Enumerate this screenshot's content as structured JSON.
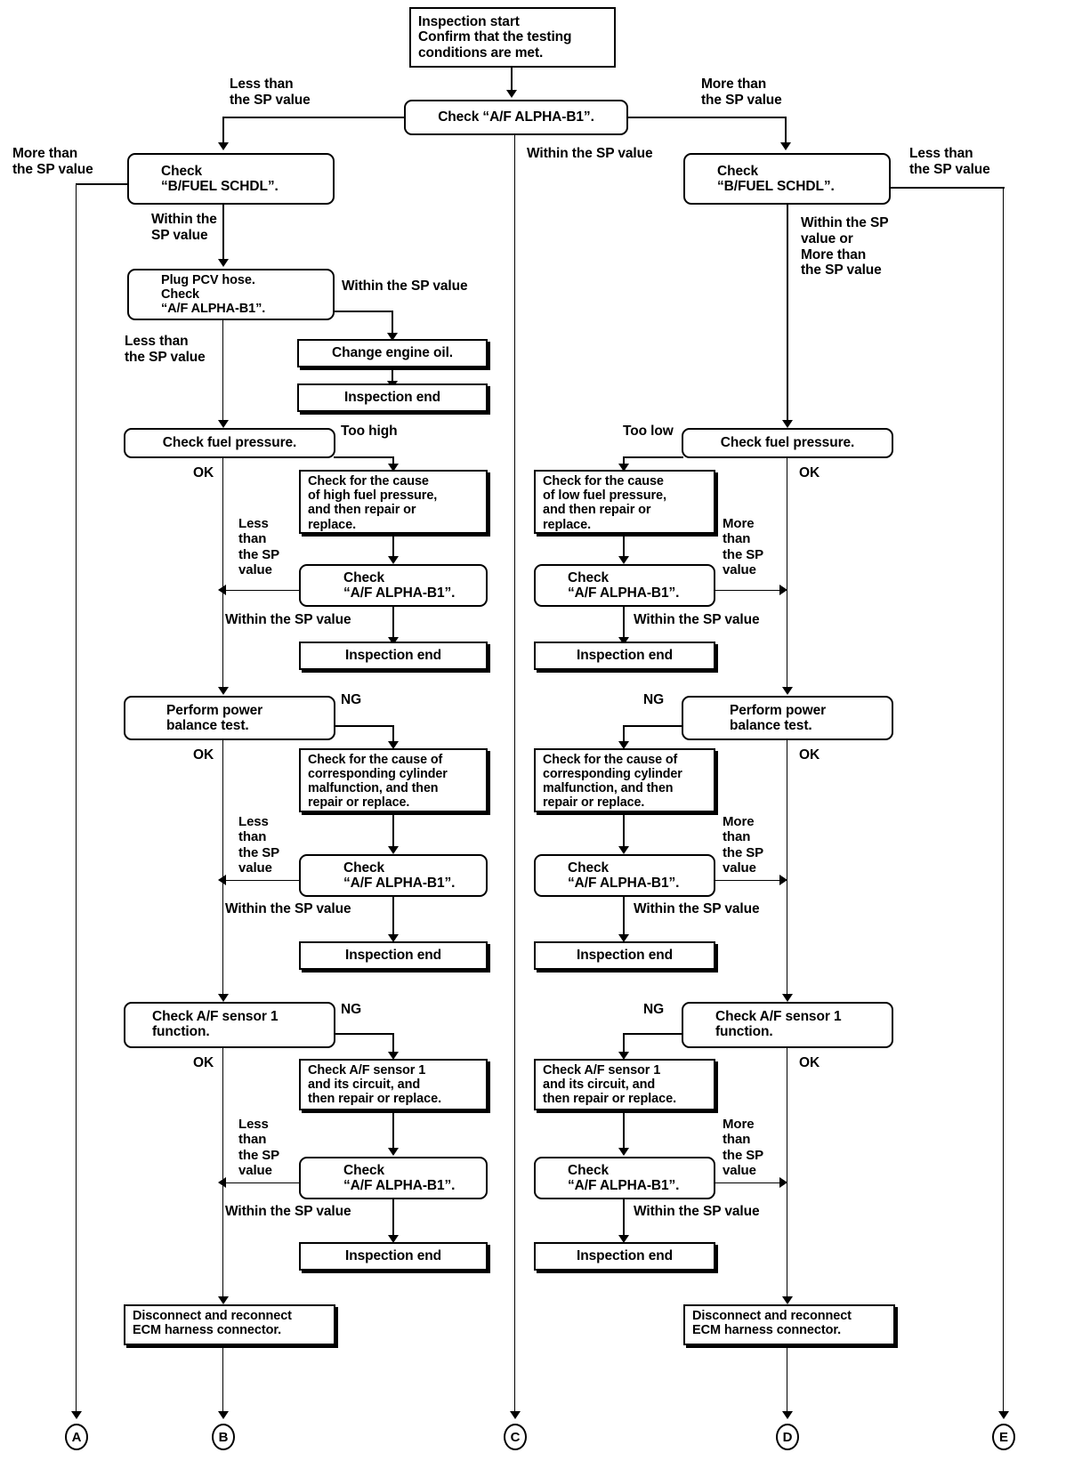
{
  "diagram": {
    "title": "A/F ALPHA-B1 diagnostic flowchart",
    "type": "flowchart",
    "line_color": "#000000",
    "box_fill": "#ffffff"
  },
  "nodes": {
    "start": "Inspection start\nConfirm that the testing\nconditions are met.",
    "check_af_top": "Check “A/F ALPHA-B1”.",
    "bfuel_left": "Check\n“B/FUEL SCHDL”.",
    "bfuel_right": "Check\n“B/FUEL SCHDL”.",
    "plug_pcv": "Plug PCV hose.\nCheck\n“A/F ALPHA-B1”.",
    "change_oil": "Change engine oil.",
    "insp_end_1": "Inspection end",
    "fuel_press_left": "Check fuel pressure.",
    "fuel_press_right": "Check fuel pressure.",
    "cause_high": "Check for the cause\nof high fuel pressure,\nand then repair or\nreplace.",
    "cause_low": "Check for the cause\nof low fuel pressure,\nand then repair or\nreplace.",
    "check_af_l2": "Check\n“A/F ALPHA-B1”.",
    "check_af_r2": "Check\n“A/F ALPHA-B1”.",
    "insp_end_2": "Inspection end",
    "insp_end_3": "Inspection end",
    "power_bal_left": "Perform power\nbalance test.",
    "power_bal_right": "Perform power\nbalance test.",
    "cause_cyl_left": "Check for the cause of\ncorresponding cylinder\nmalfunction, and then\nrepair or replace.",
    "cause_cyl_right": "Check for the cause of\ncorresponding cylinder\nmalfunction, and then\nrepair or replace.",
    "check_af_l3": "Check\n“A/F ALPHA-B1”.",
    "check_af_r3": "Check\n“A/F ALPHA-B1”.",
    "insp_end_4": "Inspection end",
    "insp_end_5": "Inspection end",
    "sensor_fn_left": "Check A/F sensor 1\nfunction.",
    "sensor_fn_right": "Check A/F sensor 1\nfunction.",
    "sensor_rep_left": "Check A/F sensor 1\nand its circuit, and\nthen repair or replace.",
    "sensor_rep_right": "Check A/F sensor 1\nand its circuit, and\nthen repair or replace.",
    "check_af_l4": "Check\n“A/F ALPHA-B1”.",
    "check_af_r4": "Check\n“A/F ALPHA-B1”.",
    "insp_end_6": "Inspection end",
    "insp_end_7": "Inspection end",
    "ecm_left": "Disconnect and reconnect\nECM harness connector.",
    "ecm_right": "Disconnect and reconnect\nECM harness connector."
  },
  "edge_labels": {
    "less_top_left": "Less than\nthe SP value",
    "more_top_right": "More than\nthe SP value",
    "more_far_left": "More than\nthe SP value",
    "less_far_right": "Less than\nthe SP value",
    "within_mid": "Within the SP value",
    "within_left_1": "Within the\nSP value",
    "within_right_1": "Within the SP\nvalue or\nMore than\nthe SP value",
    "within_pcv": "Within the SP value",
    "less_pcv": "Less than\nthe SP value",
    "too_high": "Too high",
    "too_low": "Too low",
    "ok_fp_left": "OK",
    "ok_fp_right": "OK",
    "less_stack_1": "Less\nthan\nthe SP\nvalue",
    "more_stack_1": "More\nthan\nthe SP\nvalue",
    "within_l_1": "Within the SP value",
    "within_r_1": "Within the SP value",
    "ng_pb_left": "NG",
    "ng_pb_right": "NG",
    "ok_pb_left": "OK",
    "ok_pb_right": "OK",
    "less_stack_2": "Less\nthan\nthe SP\nvalue",
    "more_stack_2": "More\nthan\nthe SP\nvalue",
    "within_l_2": "Within the SP value",
    "within_r_2": "Within the SP value",
    "ng_s_left": "NG",
    "ng_s_right": "NG",
    "ok_s_left": "OK",
    "ok_s_right": "OK",
    "less_stack_3": "Less\nthan\nthe SP\nvalue",
    "more_stack_3": "More\nthan\nthe SP\nvalue",
    "within_l_3": "Within the SP value",
    "within_r_3": "Within the SP value"
  },
  "connectors": {
    "a": "A",
    "b": "B",
    "c": "C",
    "d": "D",
    "e": "E"
  }
}
